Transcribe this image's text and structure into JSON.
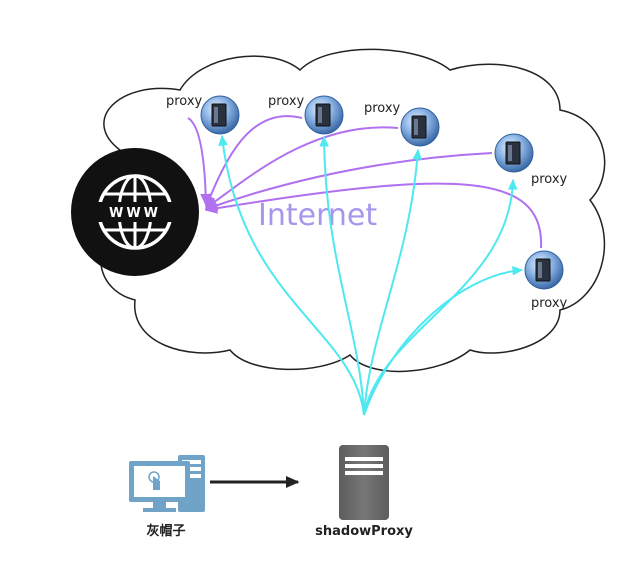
{
  "cloud": {
    "label": "Internet",
    "label_color": "#a896ec",
    "outline_color": "#222222"
  },
  "www_globe": {
    "icon": "www-globe-icon",
    "text": "WWW",
    "background_color": "#111111"
  },
  "proxies": [
    {
      "label": "proxy"
    },
    {
      "label": "proxy"
    },
    {
      "label": "proxy"
    },
    {
      "label": "proxy"
    },
    {
      "label": "proxy"
    }
  ],
  "user": {
    "label": "灰帽子",
    "icon": "desktop-computer-icon"
  },
  "server": {
    "label": "shadowProxy",
    "icon": "server-icon"
  },
  "colors": {
    "outbound_arrows": "#4ee8f0",
    "return_arrows": "#b070f0",
    "user_arrow": "#222222",
    "proxy_globe": "#4a7dbd",
    "server_body": "#666666"
  }
}
